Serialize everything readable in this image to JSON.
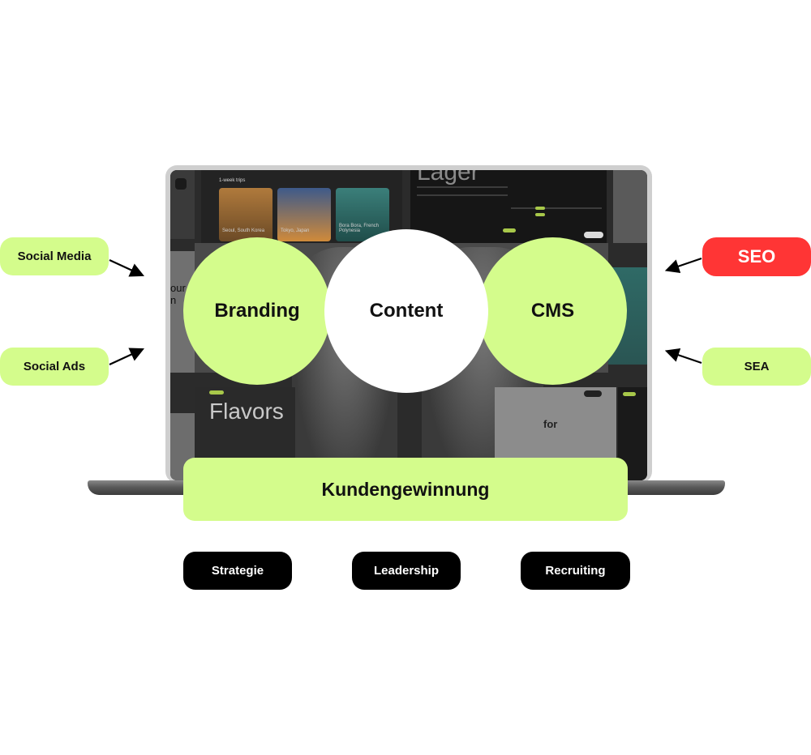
{
  "diagram": {
    "left_labels": [
      "Social Media",
      "Social Ads"
    ],
    "right_labels": [
      "SEO",
      "SEA"
    ],
    "circles": [
      "Branding",
      "Content",
      "CMS"
    ],
    "base_bar": "Kundengewinnung",
    "bottom_buttons": [
      "Strategie",
      "Leadership",
      "Recruiting"
    ]
  },
  "screen": {
    "card_strip_title": "1-week trips",
    "card_captions": [
      "Seoul, South Korea",
      "Tokyo, Japan",
      "Bora Bora, French Polynesia"
    ],
    "top_heading": "Lager",
    "flavors_heading": "Flavors",
    "partial_left": [
      "our",
      "n"
    ],
    "partial_right": "for"
  },
  "colors": {
    "accent_green": "#d4fc8c",
    "alert_red": "#ff3535",
    "dark": "#000000"
  }
}
